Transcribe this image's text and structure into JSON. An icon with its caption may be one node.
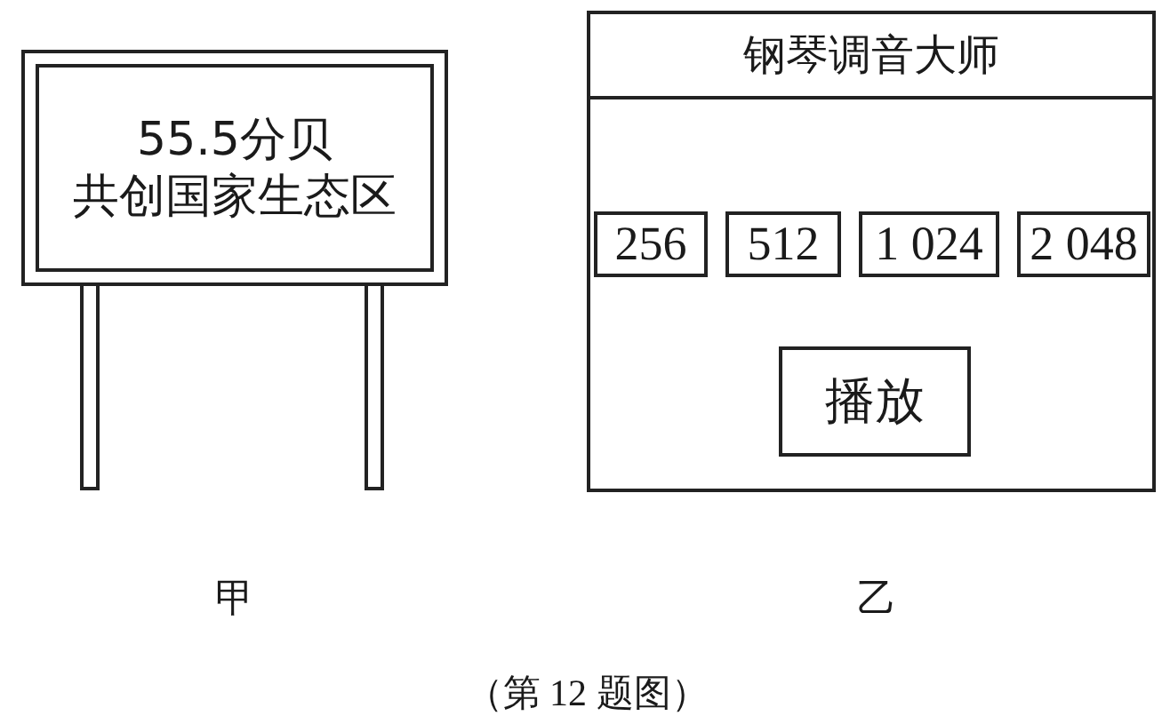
{
  "diagram": {
    "caption": "（第 12 题图）",
    "nodes": [
      {
        "text": [
          "55.5分贝",
          "共创国家生态区"
        ]
      },
      {
        "text": [
          "钢琴调音大师"
        ]
      },
      {
        "text": [
          "256"
        ],
        "in": 1
      },
      {
        "text": [
          "512"
        ],
        "in": 1
      },
      {
        "text": [
          "1 024"
        ],
        "in": 1
      },
      {
        "text": [
          "2 048"
        ],
        "in": 1
      },
      {
        "text": [
          "播放"
        ],
        "in": 1
      }
    ],
    "labels": [
      "甲",
      "乙"
    ]
  }
}
